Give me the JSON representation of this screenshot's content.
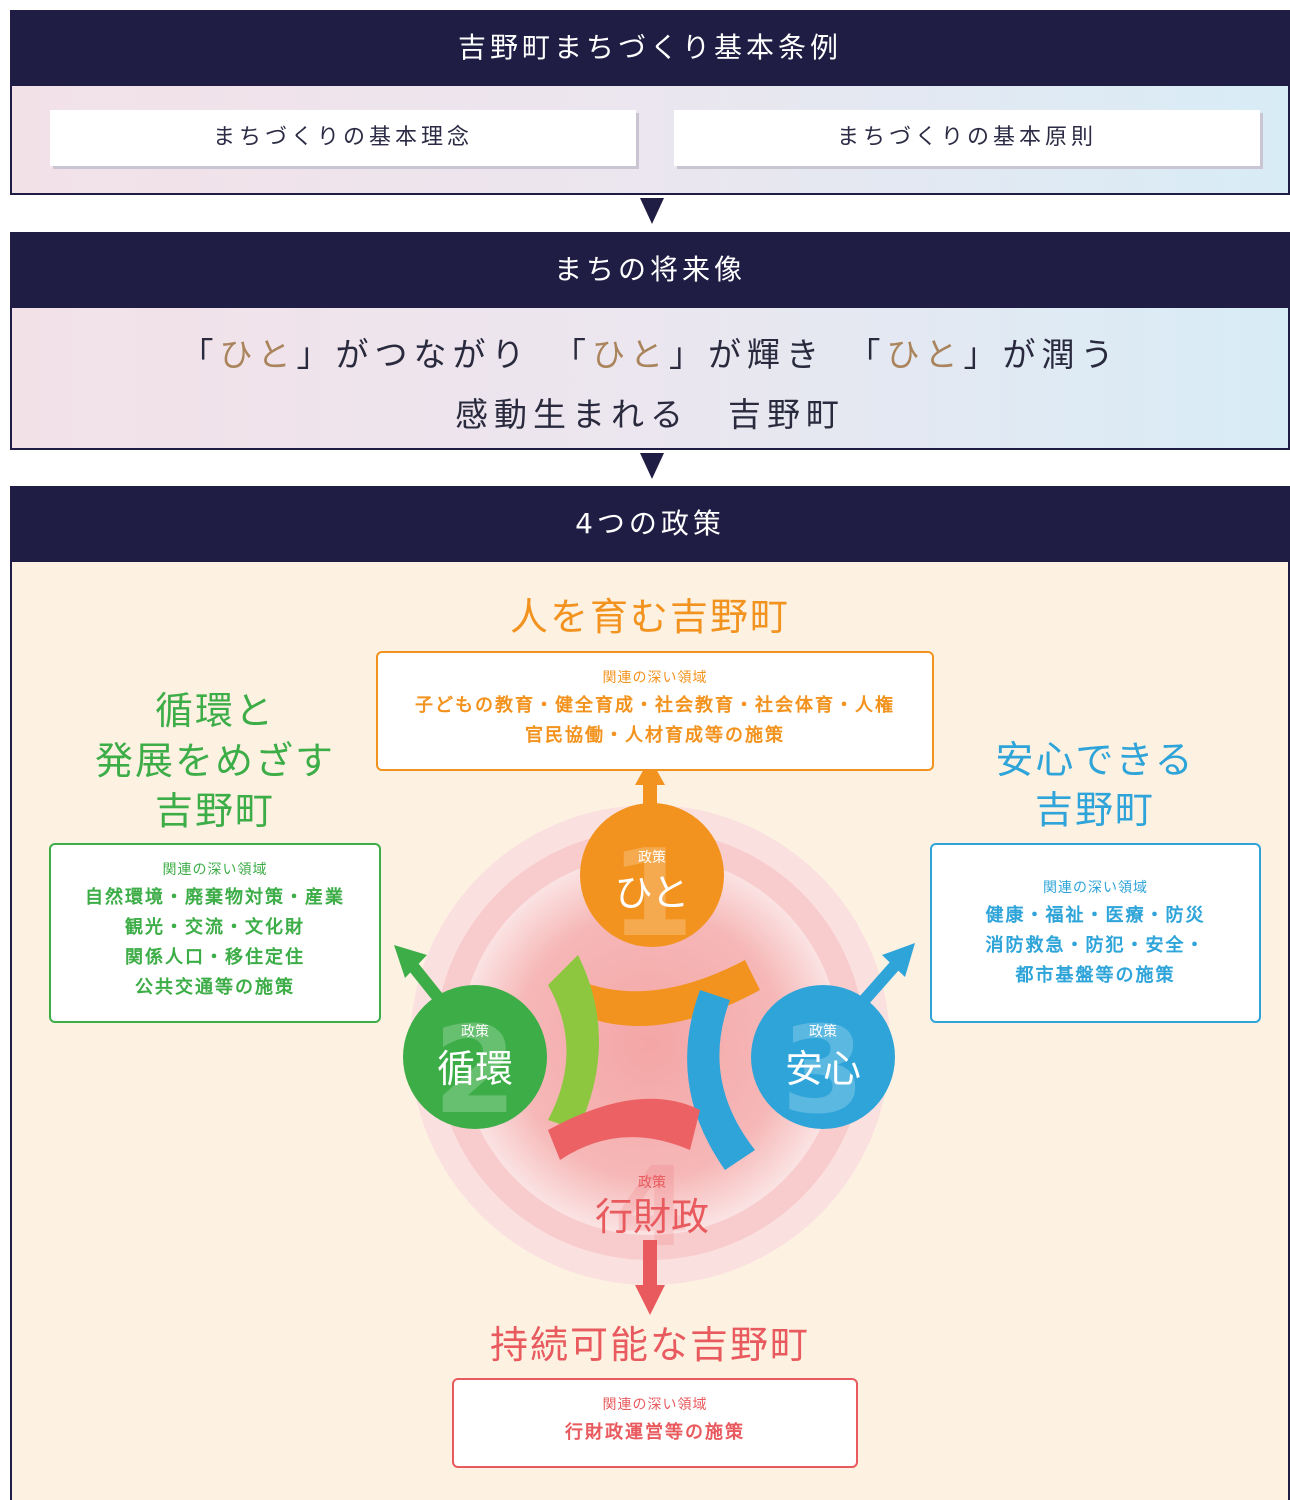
{
  "ordinance": {
    "title": "吉野町まちづくり基本条例",
    "principles": [
      "まちづくりの基本理念",
      "まちづくりの基本原則"
    ]
  },
  "vision": {
    "title": "まちの将来像",
    "line1": {
      "q1_open": "「",
      "q1_word": "ひと",
      "q1_close": "」がつながり",
      "q2_open": "「",
      "q2_word": "ひと",
      "q2_close": "」が輝き",
      "q3_open": "「",
      "q3_word": "ひと",
      "q3_close": "」が潤う"
    },
    "line2": "感動生まれる　吉野町"
  },
  "policies": {
    "title": "4つの政策",
    "related_label": "関連の深い領域",
    "seisaku": "政策",
    "colors": {
      "orange": "#f3931f",
      "green": "#3dad48",
      "blue": "#2ea4d9",
      "red": "#e85a5e"
    },
    "items": [
      {
        "number": "1",
        "name": "ひと",
        "heading": [
          "人を育む吉野町"
        ],
        "areas": [
          "子どもの教育・健全育成・社会教育・社会体育・人権",
          "官民協働・人材育成等の施策"
        ]
      },
      {
        "number": "2",
        "name": "循環",
        "heading": [
          "循環と",
          "発展をめざす",
          "吉野町"
        ],
        "areas": [
          "自然環境・廃棄物対策・産業",
          "観光・交流・文化財",
          "関係人口・移住定住",
          "公共交通等の施策"
        ]
      },
      {
        "number": "3",
        "name": "安心",
        "heading": [
          "安心できる",
          "吉野町"
        ],
        "areas": [
          "健康・福祉・医療・防災",
          "消防救急・防犯・安全・",
          "都市基盤等の施策"
        ]
      },
      {
        "number": "4",
        "name": "行財政",
        "heading": [
          "持続可能な吉野町"
        ],
        "areas": [
          "行財政運営等の施策"
        ]
      }
    ]
  }
}
